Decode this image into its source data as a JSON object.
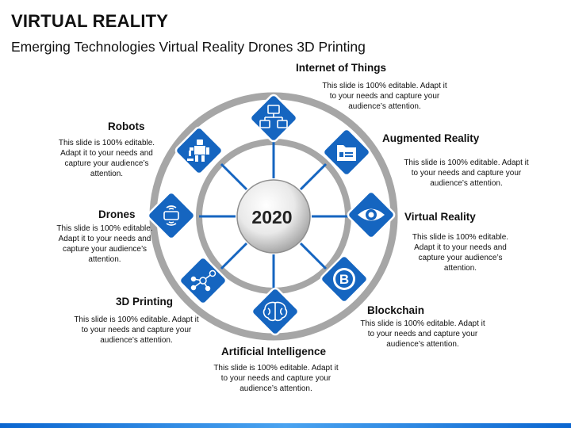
{
  "title": "VIRTUAL REALITY",
  "subtitle": "Emerging Technologies Virtual Reality Drones 3D Printing",
  "center_label": "2020",
  "accent_color": "#1565c0",
  "ring_color": "#a6a6a6",
  "items": [
    {
      "id": "internet-of-things",
      "label": "Internet of Things",
      "icon": "network-icon",
      "desc": [
        "This slide is 100% editable. Adapt it",
        "to your needs and capture your",
        "audience’s attention."
      ]
    },
    {
      "id": "augmented-reality",
      "label": "Augmented Reality",
      "icon": "folder-document-icon",
      "desc": [
        "This slide is 100% editable. Adapt it",
        "to your needs and capture your",
        "audience’s attention."
      ]
    },
    {
      "id": "virtual-reality",
      "label": "Virtual Reality",
      "icon": "eye-icon",
      "desc": [
        "This slide is 100% editable.",
        "Adapt it to your needs and",
        "capture your audience’s",
        "attention."
      ]
    },
    {
      "id": "blockchain",
      "label": "Blockchain",
      "icon": "blockchain-b-icon",
      "desc": [
        "This slide is 100% editable. Adapt it",
        "to your needs and capture your",
        "audience’s attention."
      ]
    },
    {
      "id": "artificial-intelligence",
      "label": "Artificial Intelligence",
      "icon": "brain-icon",
      "desc": [
        "This slide is 100% editable. Adapt it",
        "to your needs and capture your",
        "audience’s attention."
      ]
    },
    {
      "id": "3d-printing",
      "label": "3D Printing",
      "icon": "molecule-icon",
      "desc": [
        "This slide is 100% editable. Adapt it",
        "to your needs and capture your",
        "audience’s attention."
      ]
    },
    {
      "id": "drones",
      "label": "Drones",
      "icon": "phone-signal-icon",
      "desc": [
        "This slide is 100% editable.",
        "Adapt it to your needs and",
        "capture your audience’s",
        "attention."
      ]
    },
    {
      "id": "robots",
      "label": "Robots",
      "icon": "robot-icon",
      "desc": [
        "This slide is 100% editable.",
        "Adapt it to your needs and",
        "capture your audience’s",
        "attention."
      ]
    }
  ]
}
